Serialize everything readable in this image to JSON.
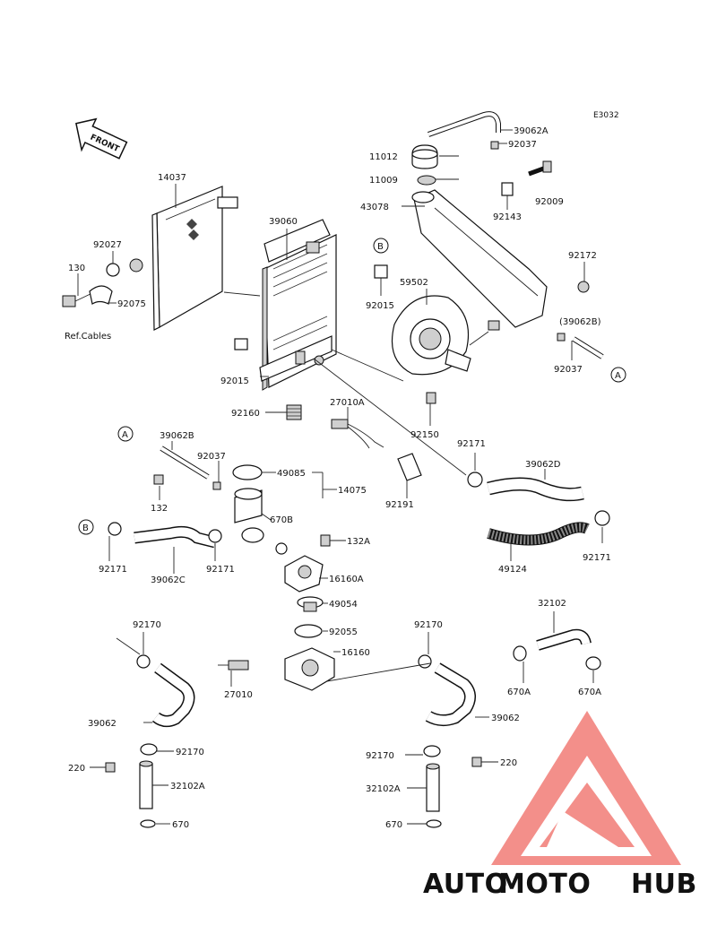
{
  "diagram": {
    "code": "E3032",
    "front_label": "FRONT",
    "ref_note": "Ref.Cables",
    "callouts": {
      "A": "A",
      "B": "B"
    },
    "parts": {
      "p_39062A": "39062A",
      "p_92037_top": "92037",
      "p_11012": "11012",
      "p_11009": "11009",
      "p_92009": "92009",
      "p_43078": "43078",
      "p_92143": "92143",
      "p_14037": "14037",
      "p_39060": "39060",
      "p_92027": "92027",
      "p_130": "130",
      "p_92075": "92075",
      "p_92015_a": "92015",
      "p_92015_b": "92015",
      "p_59502": "59502",
      "p_92172": "92172",
      "p_39062B_paren": "(39062B)",
      "p_92037_right": "92037",
      "p_92160": "92160",
      "p_27010A": "27010A",
      "p_92150": "92150",
      "p_92171_a": "92171",
      "p_39062D": "39062D",
      "p_39062B": "39062B",
      "p_92037_mid": "92037",
      "p_49085": "49085",
      "p_14075": "14075",
      "p_132": "132",
      "p_92191": "92191",
      "p_670B": "670B",
      "p_92171_b": "92171",
      "p_39062C": "39062C",
      "p_92171_c": "92171",
      "p_132A": "132A",
      "p_16160A": "16160A",
      "p_49124": "49124",
      "p_92171_d": "92171",
      "p_49054": "49054",
      "p_32102": "32102",
      "p_92170_a": "92170",
      "p_92055": "92055",
      "p_92170_b": "92170",
      "p_16160": "16160",
      "p_27010": "27010",
      "p_670A_a": "670A",
      "p_670A_b": "670A",
      "p_39062_a": "39062",
      "p_39062_b": "39062",
      "p_92170_c": "92170",
      "p_92170_d": "92170",
      "p_220_a": "220",
      "p_220_b": "220",
      "p_32102A_a": "32102A",
      "p_32102A_b": "32102A",
      "p_670_a": "670",
      "p_670_b": "670"
    }
  },
  "watermark": {
    "brand_a": "AUTO",
    "brand_b": "MOTO",
    "brand_c": "HUB",
    "color_orange": "#f2a33a",
    "color_red": "#e8453c",
    "color_gray": "#8a8a8a"
  }
}
